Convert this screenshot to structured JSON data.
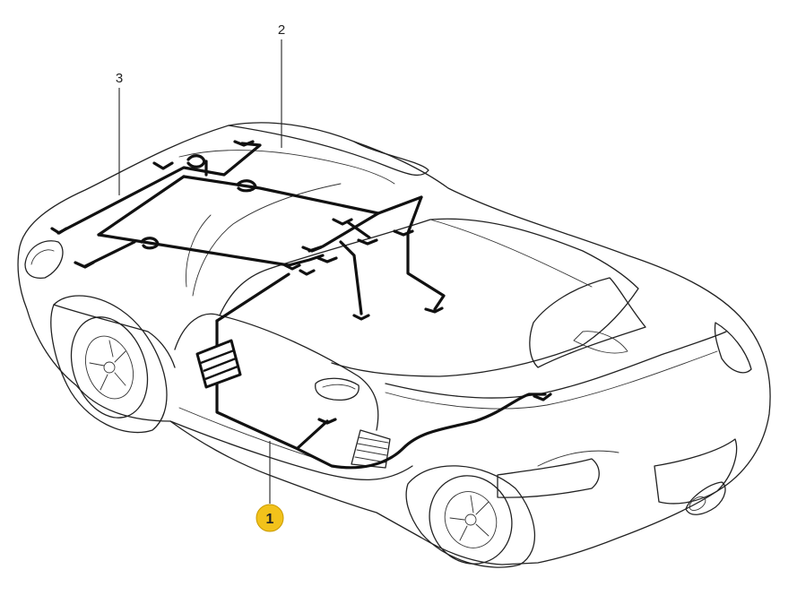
{
  "callouts": [
    {
      "id": "1",
      "label": "1",
      "highlighted": true
    },
    {
      "id": "2",
      "label": "2",
      "highlighted": false
    },
    {
      "id": "3",
      "label": "3",
      "highlighted": false
    }
  ],
  "colors": {
    "highlight_badge": "#f2c21b",
    "line": "#222222",
    "harness": "#111111",
    "background": "#ffffff"
  },
  "icons": [
    "connector-icon",
    "fuse-box-icon",
    "door-handle-icon",
    "wheel-icon"
  ]
}
